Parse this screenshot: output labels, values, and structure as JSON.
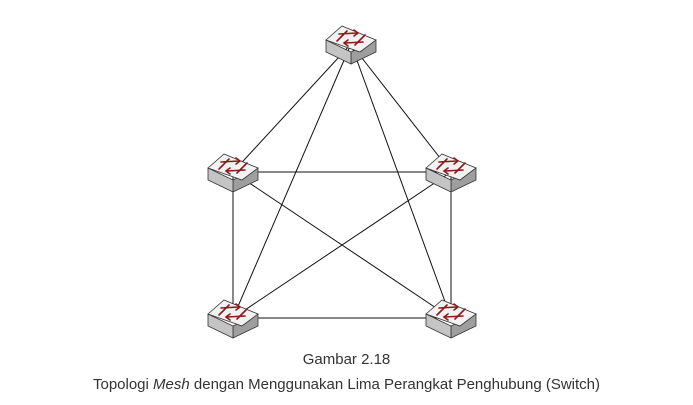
{
  "figure": {
    "number": "Gambar 2.18",
    "caption_before": "Topologi ",
    "caption_italic": "Mesh",
    "caption_after": " dengan Menggunakan Lima Perangkat Penghubung (Switch)"
  },
  "diagram": {
    "nodes": [
      {
        "id": "switch-top",
        "icon": "network-switch-icon"
      },
      {
        "id": "switch-left",
        "icon": "network-switch-icon"
      },
      {
        "id": "switch-right",
        "icon": "network-switch-icon"
      },
      {
        "id": "switch-bottom-left",
        "icon": "network-switch-icon"
      },
      {
        "id": "switch-bottom-right",
        "icon": "network-switch-icon"
      }
    ],
    "links": [
      [
        "switch-top",
        "switch-left"
      ],
      [
        "switch-top",
        "switch-right"
      ],
      [
        "switch-top",
        "switch-bottom-left"
      ],
      [
        "switch-top",
        "switch-bottom-right"
      ],
      [
        "switch-left",
        "switch-right"
      ],
      [
        "switch-left",
        "switch-bottom-left"
      ],
      [
        "switch-left",
        "switch-bottom-right"
      ],
      [
        "switch-right",
        "switch-bottom-left"
      ],
      [
        "switch-right",
        "switch-bottom-right"
      ],
      [
        "switch-bottom-left",
        "switch-bottom-right"
      ]
    ],
    "colors": {
      "link": "#111111",
      "switch_top_face": "#f2f2f2",
      "switch_side": "#c4c4c4",
      "switch_outline": "#333333",
      "arrow": "#8b1a1a"
    }
  }
}
